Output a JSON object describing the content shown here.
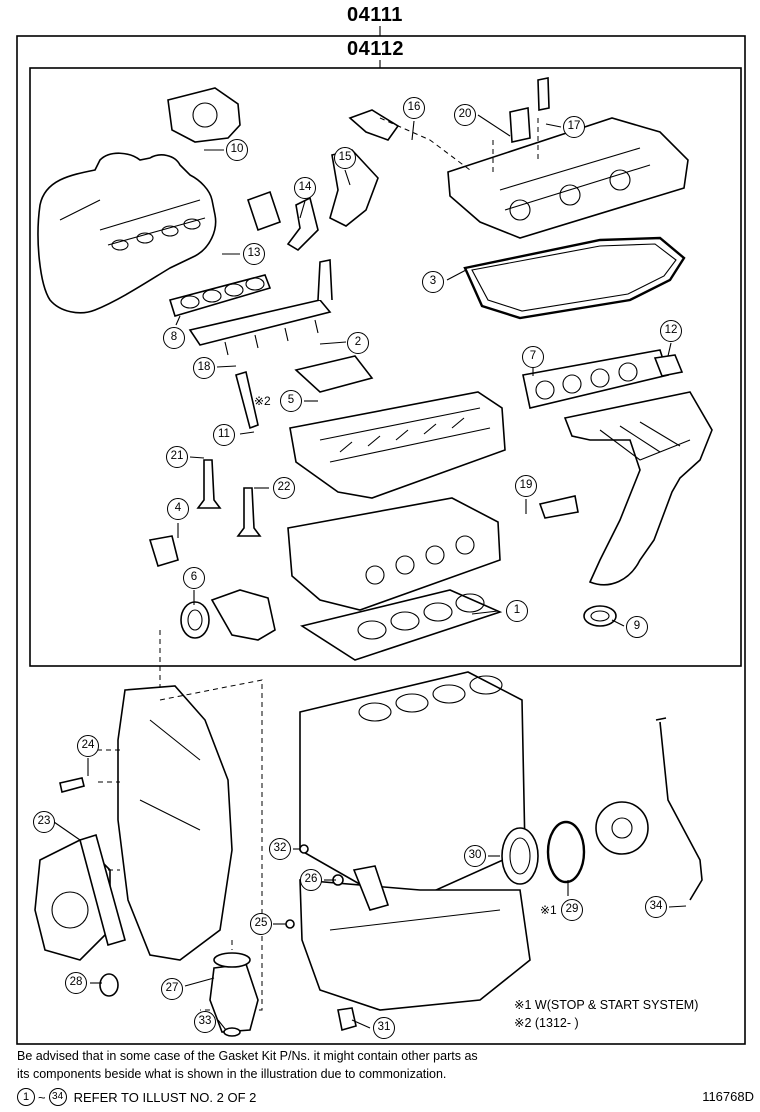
{
  "header": {
    "assembly_no": "04111",
    "kit_no": "04112"
  },
  "callouts": [
    {
      "num": "1"
    },
    {
      "num": "2"
    },
    {
      "num": "3"
    },
    {
      "num": "4"
    },
    {
      "num": "5"
    },
    {
      "num": "6"
    },
    {
      "num": "7"
    },
    {
      "num": "8"
    },
    {
      "num": "9"
    },
    {
      "num": "10"
    },
    {
      "num": "11"
    },
    {
      "num": "12"
    },
    {
      "num": "13"
    },
    {
      "num": "14"
    },
    {
      "num": "15"
    },
    {
      "num": "16"
    },
    {
      "num": "17"
    },
    {
      "num": "18"
    },
    {
      "num": "19"
    },
    {
      "num": "20"
    },
    {
      "num": "21"
    },
    {
      "num": "22"
    },
    {
      "num": "23"
    },
    {
      "num": "24"
    },
    {
      "num": "25"
    },
    {
      "num": "26"
    },
    {
      "num": "27"
    },
    {
      "num": "28"
    },
    {
      "num": "29"
    },
    {
      "num": "30"
    },
    {
      "num": "31"
    },
    {
      "num": "32"
    },
    {
      "num": "33"
    },
    {
      "num": "34"
    }
  ],
  "markers": {
    "part5": "※2",
    "part29": "※1"
  },
  "legend": {
    "note1": "※1 W(STOP & START SYSTEM)",
    "note2": "※2 (1312-      )"
  },
  "notice": {
    "line1": "Be advised that in some case of the Gasket Kit P/Ns.  it might contain other parts as",
    "line2": "its components beside what is shown in the illustration due to commonization."
  },
  "footer": {
    "range_from": "1",
    "range_sep": "~",
    "range_to": "34",
    "refer_text": "REFER TO ILLUST NO. 2 OF 2",
    "illustration_id": "116768D"
  }
}
